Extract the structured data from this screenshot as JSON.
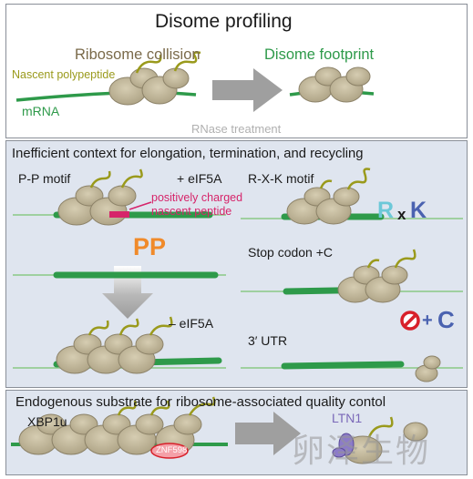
{
  "top": {
    "title": "Disome profiling",
    "ribosome_collision": "Ribosome collision",
    "disome_footprint": "Disome footprint",
    "nascent_polypeptide": "Nascent polypeptide",
    "mrna": "mRNA",
    "rnase": "RNase treatment"
  },
  "mid": {
    "heading": "Inefficient context for elongation, termination, and recycling",
    "pp_motif": "P-P motif",
    "plus_eif5a": "+ eIF5A",
    "minus_eif5a": "– eIF5A",
    "positively_charged_1": "positively charged",
    "positively_charged_2": "nascent peptide",
    "pp": "PP",
    "rxk_motif": "R-X-K motif",
    "r": "R",
    "x": "x",
    "k": "K",
    "stop_codon": "Stop codon +C",
    "plus": "+",
    "c": "C",
    "utr": "3′ UTR"
  },
  "bottom": {
    "heading": "Endogenous substrate for ribosome-associated quality contol",
    "xbp1u": "XBP1u",
    "znf598": "ZNF598",
    "ltn1": "LTN1"
  },
  "watermark": "卵泽生物",
  "colors": {
    "mrna_green": "#2e9a4a",
    "ribosome": "#bcb296",
    "peptide": "#9a9a1c",
    "orange": "#f08a2a",
    "cyan": "#6cc8d8",
    "blue": "#4a62b0",
    "red": "#d8202a",
    "pink": "#d6246a",
    "purple": "#7a68b8"
  }
}
